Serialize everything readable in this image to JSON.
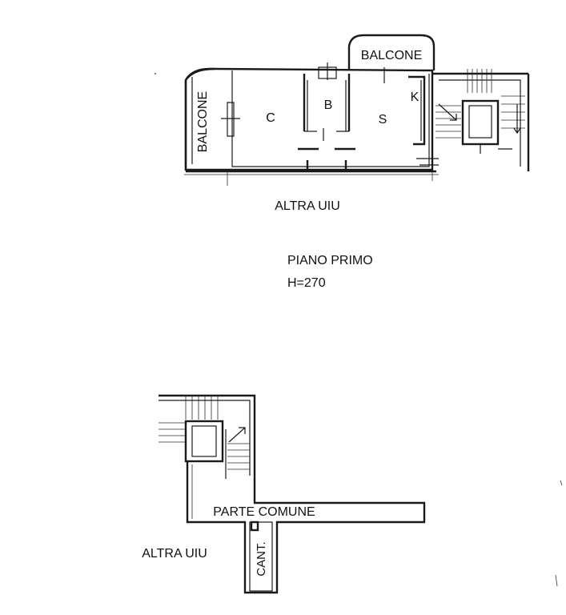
{
  "floor_plan": {
    "upper": {
      "balcony_top": "BALCONE",
      "balcony_left": "BALCONE",
      "rooms": {
        "c": "C",
        "b": "B",
        "s": "S",
        "k": "K"
      },
      "neighbor": "ALTRA UIU",
      "floor_title": "PIANO PRIMO",
      "height": "H=270"
    },
    "lower": {
      "common_area": "PARTE COMUNE",
      "cellar": "CANT.",
      "neighbor": "ALTRA UIU"
    }
  }
}
